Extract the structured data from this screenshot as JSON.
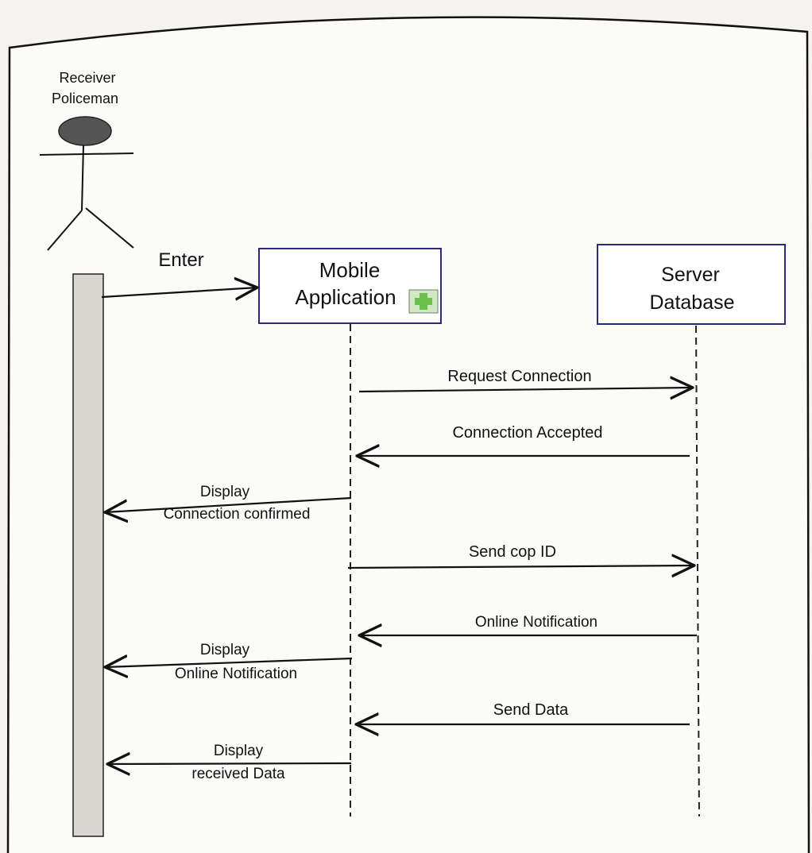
{
  "diagram": {
    "actor": {
      "line1": "Receiver",
      "line2": "Policeman"
    },
    "objects": {
      "mobile": {
        "line1": "Mobile",
        "line2": "Application"
      },
      "server": {
        "line1": "Server",
        "line2": "Database"
      }
    },
    "messages": [
      {
        "id": "enter",
        "lines": [
          "Enter"
        ]
      },
      {
        "id": "request-connection",
        "lines": [
          "Request Connection"
        ]
      },
      {
        "id": "connection-accepted",
        "lines": [
          "Connection Accepted"
        ]
      },
      {
        "id": "display-connection-confirmed",
        "lines": [
          "Display",
          "Connection confirmed"
        ]
      },
      {
        "id": "send-cop-id",
        "lines": [
          "Send cop ID"
        ]
      },
      {
        "id": "online-notification",
        "lines": [
          "Online Notification"
        ]
      },
      {
        "id": "display-online-notification",
        "lines": [
          "Display",
          "Online Notification"
        ]
      },
      {
        "id": "send-data",
        "lines": [
          "Send Data"
        ]
      },
      {
        "id": "display-received-data",
        "lines": [
          "Display",
          "received Data"
        ]
      }
    ]
  },
  "colors": {
    "frame": "#111111",
    "object_border": "#2a2a7a",
    "activation_fill": "#d9d6cf",
    "actor_head": "#555555",
    "plus_icon": "#6cc04a"
  }
}
